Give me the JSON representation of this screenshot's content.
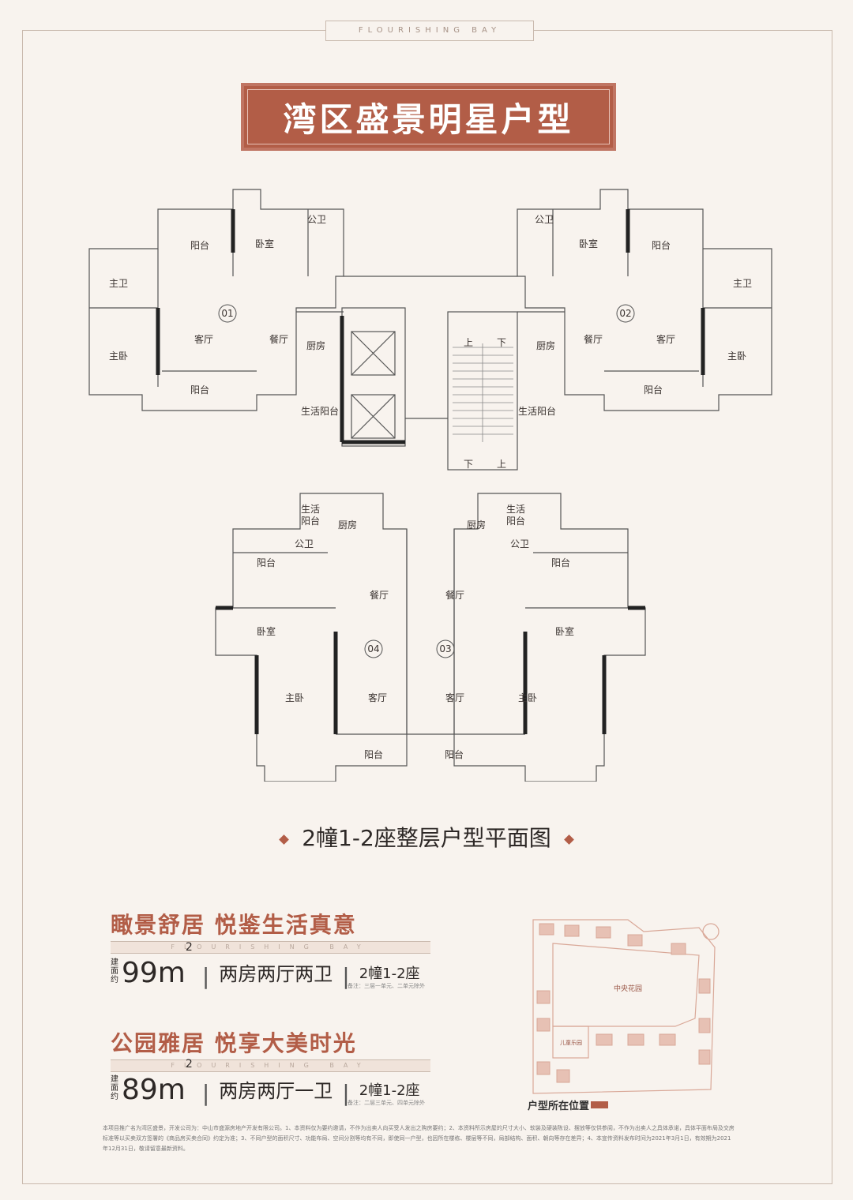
{
  "brand_tag": "FLOURISHING BAY",
  "title": "湾区盛景明星户型",
  "rooms": {
    "balcony": "阳台",
    "bedroom": "卧室",
    "public_bath": "公卫",
    "master_bath": "主卫",
    "master_bedroom": "主卧",
    "living": "客厅",
    "dining": "餐厅",
    "kitchen": "厨房",
    "service_balcony": "生活阳台",
    "service_balcony_a": "生活",
    "service_balcony_b": "阳台",
    "up": "上",
    "down": "下"
  },
  "units": [
    "01",
    "02",
    "03",
    "04"
  ],
  "caption": "2幢1-2座整层户型平面图",
  "features": [
    {
      "headline": "瞰景舒居 悦鉴生活真意",
      "tag": "FLOURISHING BAY",
      "area_prefix": "建面约",
      "area": "99m",
      "area_sup": "2",
      "layout": "两房两厅两卫",
      "building": "2幢1-2座",
      "note": "备注：三层一单元、二单元除外"
    },
    {
      "headline": "公园雅居 悦享大美时光",
      "tag": "FLOURISHING BAY",
      "area_prefix": "建面约",
      "area": "89m",
      "area_sup": "2",
      "layout": "两房两厅一卫",
      "building": "2幢1-2座",
      "note": "备注：二层三单元、四单元除外"
    }
  ],
  "keymap": {
    "central_garden": "中央花园",
    "kids_park": "儿童乐园",
    "location_label": "户型所在位置"
  },
  "disclaimer": "本项目推广名为湾区盛景，开发公司为：中山市盛源房地产开发有限公司。1、本资料仅为要约邀请，不作为出卖人向买受人发出之购房要约；2、本资料所示房屋的尺寸大小、软装及硬装陈设、摆放等仅供参阅，不作为出卖人之具体承诺，具体平面布局及交房标准等以买卖双方签署的《商品房买卖合同》约定为准；3、不同户型的面积尺寸、功能布局、空间分割等均有不同，即使同一户型，也因所在楼栋、楼层等不同，局部结构、面积、朝向等存在差异；4、本宣传资料发布时间为2021年3月1日，有效期为2021年12月31日，敬请留意最新资料。",
  "colors": {
    "accent": "#b25d47",
    "background": "#f8f3ee"
  }
}
